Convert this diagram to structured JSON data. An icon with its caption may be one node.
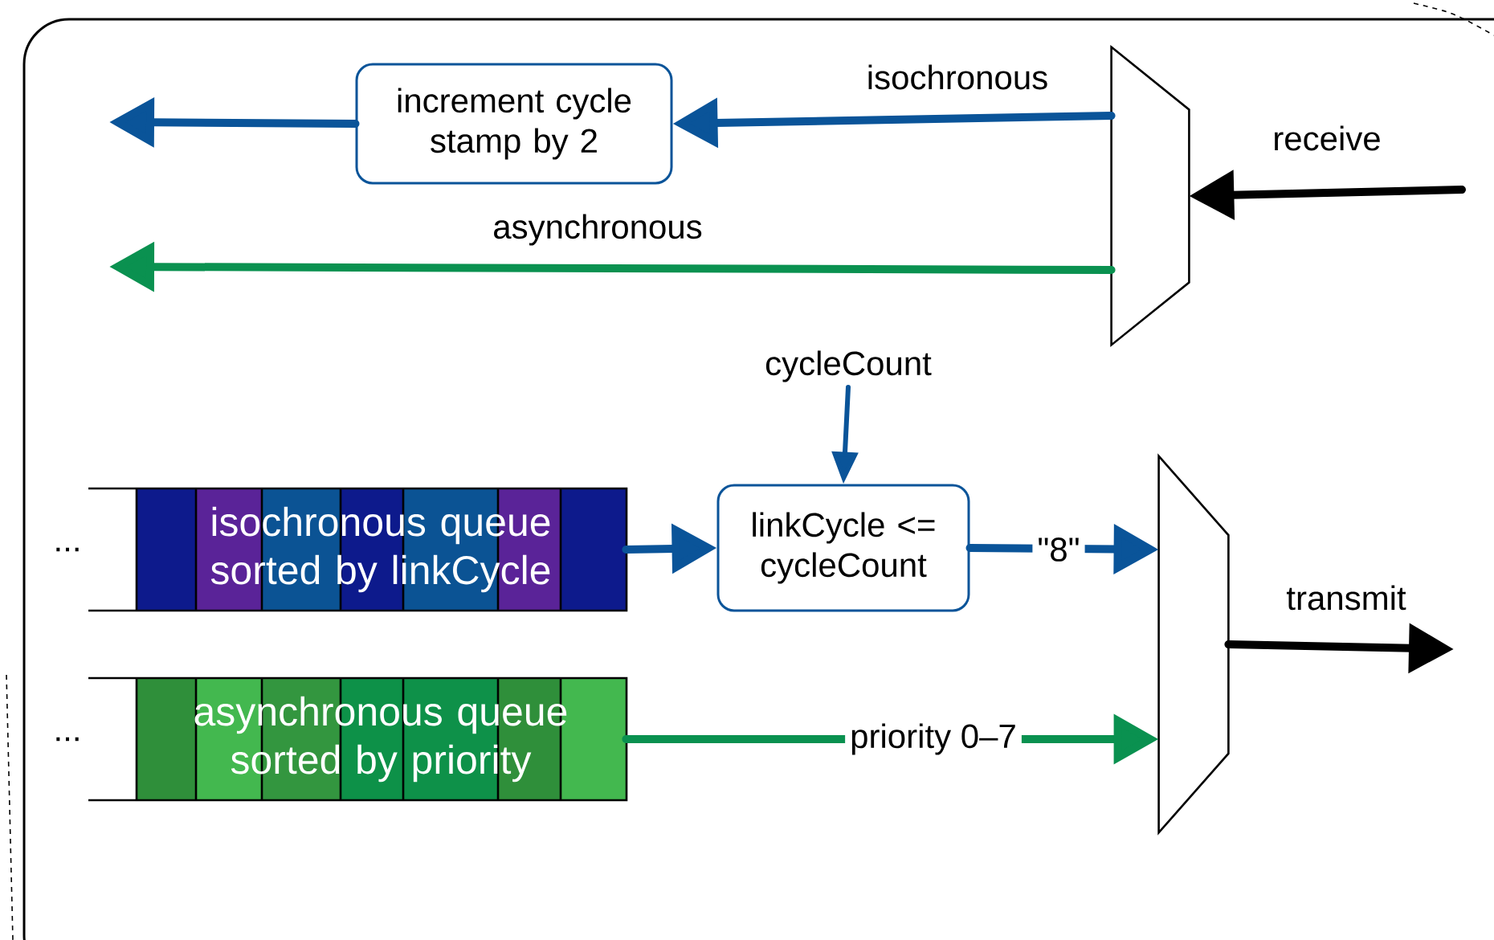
{
  "diagram": {
    "nodes": [
      {
        "text": [
          "increment cycle stamp by 2"
        ]
      },
      {
        "text": [],
        "shape": "trapezoid"
      },
      {
        "text": [],
        "shape": "trapezoid"
      },
      {
        "text": [
          "isochronous queue sorted by linkCycle"
        ],
        "beside": [
          "..."
        ]
      },
      {
        "text": [
          "asynchronous queue sorted by priority"
        ],
        "beside": [
          "..."
        ]
      },
      {
        "text": [
          "linkCycle <= cycleCount"
        ]
      },
      {
        "text": [
          "cycleCount"
        ]
      }
    ],
    "edges": [
      {
        "from": null,
        "to": 1,
        "arrow": "to",
        "label": "receive",
        "color": "#000000"
      },
      {
        "from": 1,
        "to": 0,
        "arrow": "to",
        "label": "isochronous"
      },
      {
        "from": 0,
        "to": null,
        "arrow": "to"
      },
      {
        "from": 1,
        "to": null,
        "arrow": "to",
        "label": "asynchronous",
        "color": "#0a9150"
      },
      {
        "from": 6,
        "to": 5,
        "arrow": "to"
      },
      {
        "from": 3,
        "to": 5,
        "arrow": "to"
      },
      {
        "from": 5,
        "to": 2,
        "arrow": "to",
        "label": "\"8\""
      },
      {
        "from": 4,
        "to": 2,
        "arrow": "to",
        "label": "priority 0–7",
        "color": "#0a9150"
      },
      {
        "from": 2,
        "to": null,
        "arrow": "to",
        "label": "transmit",
        "color": "#000000"
      }
    ]
  }
}
